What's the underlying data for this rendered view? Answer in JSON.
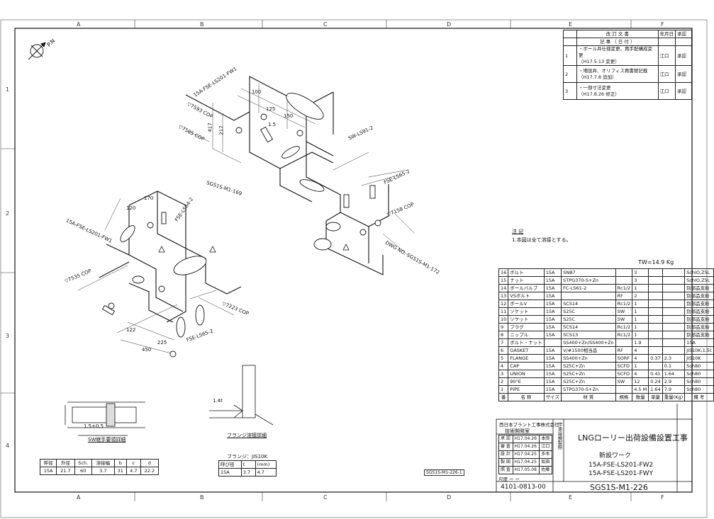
{
  "zones": {
    "top": [
      "A",
      "B",
      "C",
      "D",
      "E",
      "F"
    ],
    "left": [
      "1",
      "2",
      "3",
      "4"
    ]
  },
  "pn": "P.N",
  "revision": {
    "header": [
      "改",
      "訂",
      "文",
      "書",
      "年月日",
      "承認"
    ],
    "sub_header": "記  事 （ 日 付 ）",
    "rows": [
      {
        "mark": "1",
        "text": "・ボール弁仕様変更、再手配構成変更",
        "date": "（H17.5.13 変更）",
        "by": "江口",
        "stamp": "承認"
      },
      {
        "mark": "2",
        "text": "・増設弁、オリフィス再書替記載",
        "date": "（H17.7.8 追加）",
        "by": "江口",
        "stamp": "承認"
      },
      {
        "mark": "3",
        "text": "・一部寸法変更",
        "date": "（H17.8.26 修正）",
        "by": "江口",
        "stamp": "承認"
      }
    ]
  },
  "notes": {
    "title": "注  記",
    "line1": "1.本図は全て溶接とする。"
  },
  "total_weight": "TW=14.9 Kg",
  "bom": {
    "rows": [
      {
        "no": "16",
        "name": "ボルト",
        "size": "15A",
        "mat": "SNB7",
        "std": "",
        "qty": "3",
        "w1": "",
        "w2": "",
        "note": "SchIO,Z5L"
      },
      {
        "no": "15",
        "name": "ナット",
        "size": "15A",
        "mat": "STPG370-S+Zn",
        "std": "",
        "qty": "3",
        "w1": "",
        "w2": "",
        "note": "SchIO,Z5L"
      },
      {
        "no": "14",
        "name": "ボールバルブ",
        "size": "15A",
        "mat": "FC-LS61-2",
        "std": "Rc1/2",
        "qty": "1",
        "w1": "",
        "w2": "",
        "note": "別部品支給"
      },
      {
        "no": "13",
        "name": "VSボルト",
        "size": "15A",
        "mat": "",
        "std": "RF",
        "qty": "2",
        "w1": "",
        "w2": "",
        "note": "別部品支給"
      },
      {
        "no": "12",
        "name": "ボールV",
        "size": "15A",
        "mat": "SCS14",
        "std": "Rc1/2",
        "qty": "1",
        "w1": "",
        "w2": "",
        "note": "別部品支給"
      },
      {
        "no": "11",
        "name": "ソケット",
        "size": "15A",
        "mat": "S25C",
        "std": "SW",
        "qty": "1",
        "w1": "",
        "w2": "",
        "note": "別部品支給"
      },
      {
        "no": "10",
        "name": "ソケット",
        "size": "15A",
        "mat": "S25C",
        "std": "SW",
        "qty": "1",
        "w1": "",
        "w2": "",
        "note": "別部品支給"
      },
      {
        "no": "9",
        "name": "プラグ",
        "size": "15A",
        "mat": "SCS14",
        "std": "Rc1/2",
        "qty": "1",
        "w1": "",
        "w2": "",
        "note": "別部品支給"
      },
      {
        "no": "8",
        "name": "ニップル",
        "size": "15A",
        "mat": "SCS13",
        "std": "Rc1/2",
        "qty": "1",
        "w1": "",
        "w2": "",
        "note": "別部品支給"
      },
      {
        "no": "7",
        "name": "ボルト・ナット",
        "size": "",
        "mat": "SS400+Zn/SS400+Zn",
        "std": "",
        "qty": "1.9",
        "w1": "",
        "w2": "",
        "note": "15A"
      },
      {
        "no": "6",
        "name": "GASKET",
        "size": "15A",
        "mat": "V/#1500相当品",
        "std": "RF",
        "qty": "4",
        "w1": "",
        "w2": "",
        "note": "JIS10K,1.5t"
      },
      {
        "no": "5",
        "name": "FLANGE",
        "size": "15A",
        "mat": "SS400+Zn",
        "std": "SORF",
        "qty": "4",
        "w1": "0.37",
        "w2": "2.3",
        "note": "JIS10K"
      },
      {
        "no": "4",
        "name": "CAP",
        "size": "15A",
        "mat": "S25C+Zn",
        "std": "SCFD",
        "qty": "1",
        "w1": "",
        "w2": "0.1",
        "note": "Sch80"
      },
      {
        "no": "3",
        "name": "UNION",
        "size": "15A",
        "mat": "S25C+Zn",
        "std": "SCFD",
        "qty": "4",
        "w1": "0.41",
        "w2": "1.64",
        "note": "Sch80"
      },
      {
        "no": "2",
        "name": "90°E",
        "size": "15A",
        "mat": "S25C+Zn",
        "std": "SW",
        "qty": "12",
        "w1": "0.24",
        "w2": "2.9",
        "note": "Sch80"
      },
      {
        "no": "1",
        "name": "PIPE",
        "size": "15A",
        "mat": "STPG370-S+Zn",
        "std": "",
        "qty": "4.5 M",
        "w1": "1.64",
        "w2": "7.9",
        "note": "Sch80"
      }
    ],
    "footer": [
      "番",
      "名  称",
      "サイズ",
      "材  質",
      "規格",
      "数量",
      "単量",
      "重量(Kg)",
      "備  考"
    ]
  },
  "title_block": {
    "company_top": "西日本プラント工事株式会社",
    "company_bottom": "技術開発室",
    "roles": [
      "作",
      "承",
      "設",
      "検",
      "製",
      "照",
      "設",
      "計"
    ],
    "sign_rows": [
      {
        "role": "承 認",
        "date": "H17.04.26",
        "name": "本岡"
      },
      {
        "role": "審 査",
        "date": "H17.04.26",
        "name": "江口"
      },
      {
        "role": "設 計",
        "date": "H17.04.25",
        "name": "多木"
      },
      {
        "role": "製 図",
        "date": "H17.04.25",
        "name": "坂田"
      },
      {
        "role": "照 査",
        "date": "H17.05.08",
        "name": "佐藤"
      }
    ],
    "scale": "尺度",
    "scale_value": "ー ー",
    "project": "LNGローリー出荷設備設置工事",
    "drawing_name": "新設ワーク",
    "line_a": "15A-FSE-LS201-FW2",
    "line_b": "15A-FSE-LS201-FWY",
    "drawing_no_left": "4101-0813-00",
    "drawing_no": "SGS1S-M1-226",
    "page_ref": "SGS1S-M1-226-1"
  },
  "sw_detail": {
    "caption": "SW継手要領詳細",
    "gap": "1.5±0.5",
    "table_head": [
      "呼径",
      "外径",
      "Sch.",
      "溶接幅",
      "b",
      "c",
      "d"
    ],
    "table_row": [
      "15A",
      "21.7",
      "60",
      "3.7",
      "31",
      "4.7",
      "22.2"
    ]
  },
  "flange_detail": {
    "caption": "フランジ溶接詳細",
    "spec": "フランジ：JIS10K",
    "head": [
      "呼び径",
      "t",
      "(mm)"
    ],
    "row": [
      "15A",
      "3.7",
      "4.7"
    ],
    "dim": "1.4t"
  },
  "iso_labels": {
    "line_top": "15A-FSE-LS201-FW1",
    "line_left": "15A-FSE-LS201-FW1",
    "cop1": "▽7585 COP",
    "cop2": "▽7535 COP",
    "cop3": "▽7223 COP",
    "cop4": "▽7158 COP",
    "cop5": "▽7593 COP",
    "sw1": "SW-LS91-2",
    "fse1": "FSE-LS65-2",
    "fse2": "FSE-LS65-2",
    "fse3": "FSE-LS64-2",
    "ref1": "SGS1S-M1-169",
    "ref2": "SGS1S-M1-172",
    "ref3": "DWG NO. SGS1S-M1-172",
    "dims": [
      "100",
      "125",
      "150",
      "417",
      "217",
      "1.5",
      "120",
      "170",
      "225",
      "450",
      "122",
      "1.5"
    ]
  }
}
